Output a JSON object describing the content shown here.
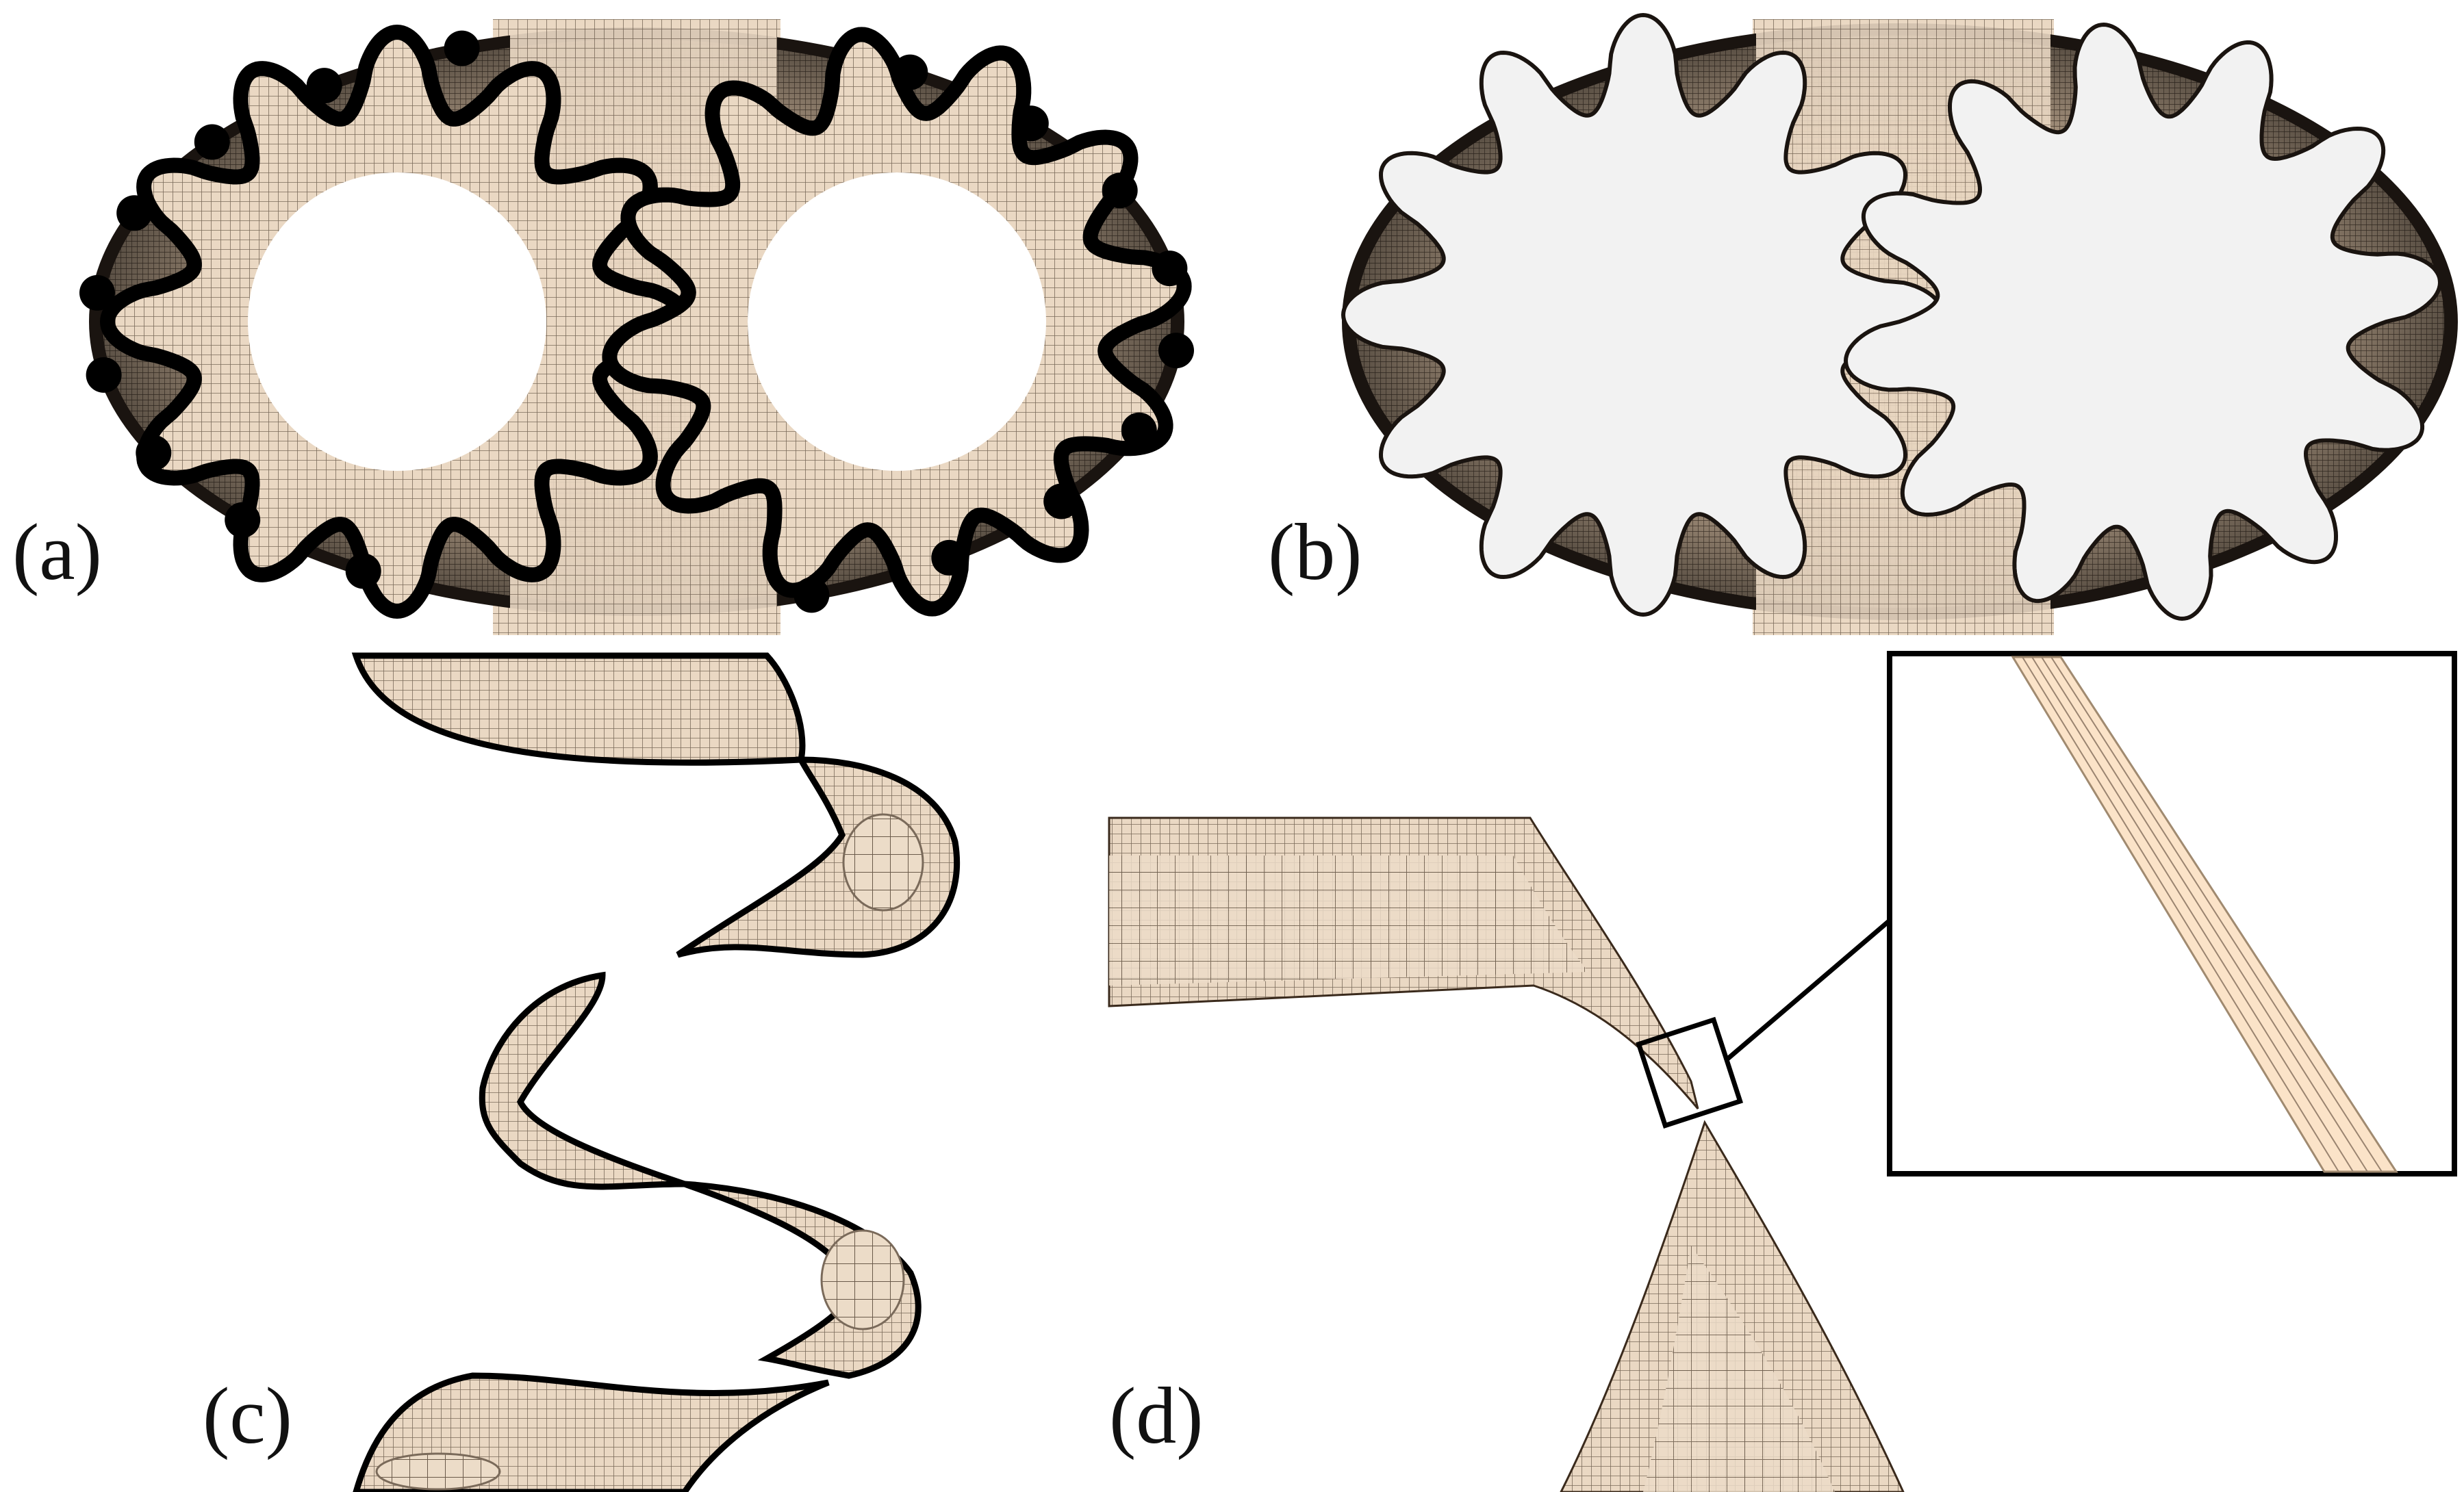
{
  "panels": [
    {
      "id": "a",
      "label": "(a)"
    },
    {
      "id": "b",
      "label": "(b)"
    },
    {
      "id": "c",
      "label": "(c)"
    },
    {
      "id": "d",
      "label": "(d)"
    }
  ],
  "colors": {
    "mesh_fill": "#ead8c3",
    "mesh_line": "#7a6a5a",
    "mesh_dark": "#1a1410",
    "outline": "#000000",
    "gear_solid": "#f2f2f2",
    "zoom_fill": "#fbe3c8",
    "background": "#ffffff"
  },
  "icons": {
    "mesh_pattern": "quad-mesh-pattern",
    "gear": "spur-gear-shape"
  }
}
